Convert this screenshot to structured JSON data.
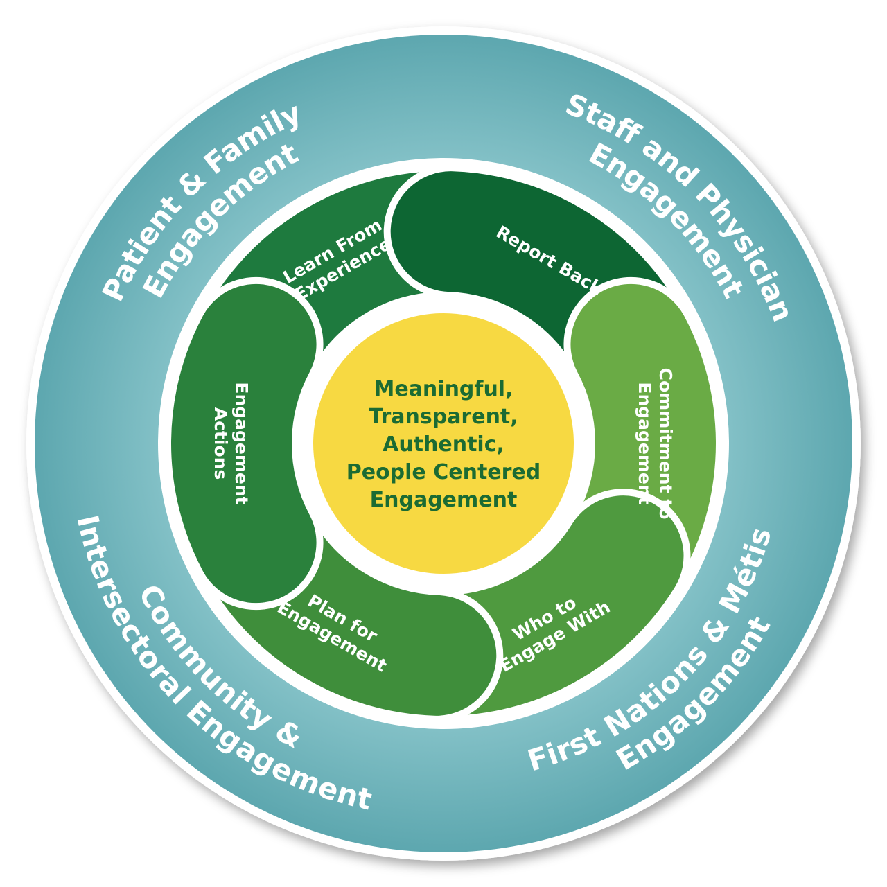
{
  "colors": {
    "outer_ring": "#5da7af",
    "outer_ring_light": "#82c0c6",
    "center": "#f7d942",
    "center_text": "#1b6b33",
    "outline": "#ffffff"
  },
  "outer_ring": [
    {
      "lines": [
        "Patient & Family",
        "Engagement"
      ]
    },
    {
      "lines": [
        "Staff and Physician",
        "Engagement"
      ]
    },
    {
      "lines": [
        "First Nations & Métis",
        "Engagement"
      ]
    },
    {
      "lines": [
        "Community &",
        "Intersectoral Engagement"
      ]
    }
  ],
  "petals": [
    {
      "lines": [
        "Learn From",
        "Experience"
      ],
      "color": "#1e7a3e"
    },
    {
      "lines": [
        "Report Back"
      ],
      "color": "#0d6633"
    },
    {
      "lines": [
        "Commitment to",
        "Engagement"
      ],
      "color": "#6aab45"
    },
    {
      "lines": [
        "Who to",
        "Engage With"
      ],
      "color": "#4f9a3f"
    },
    {
      "lines": [
        "Plan for",
        "Engagement"
      ],
      "color": "#3f8e3b"
    },
    {
      "lines": [
        "Engagement",
        "Actions"
      ],
      "color": "#2a813c"
    }
  ],
  "center": {
    "lines": [
      "Meaningful,",
      "Transparent,",
      "Authentic,",
      "People Centered",
      "Engagement"
    ]
  }
}
